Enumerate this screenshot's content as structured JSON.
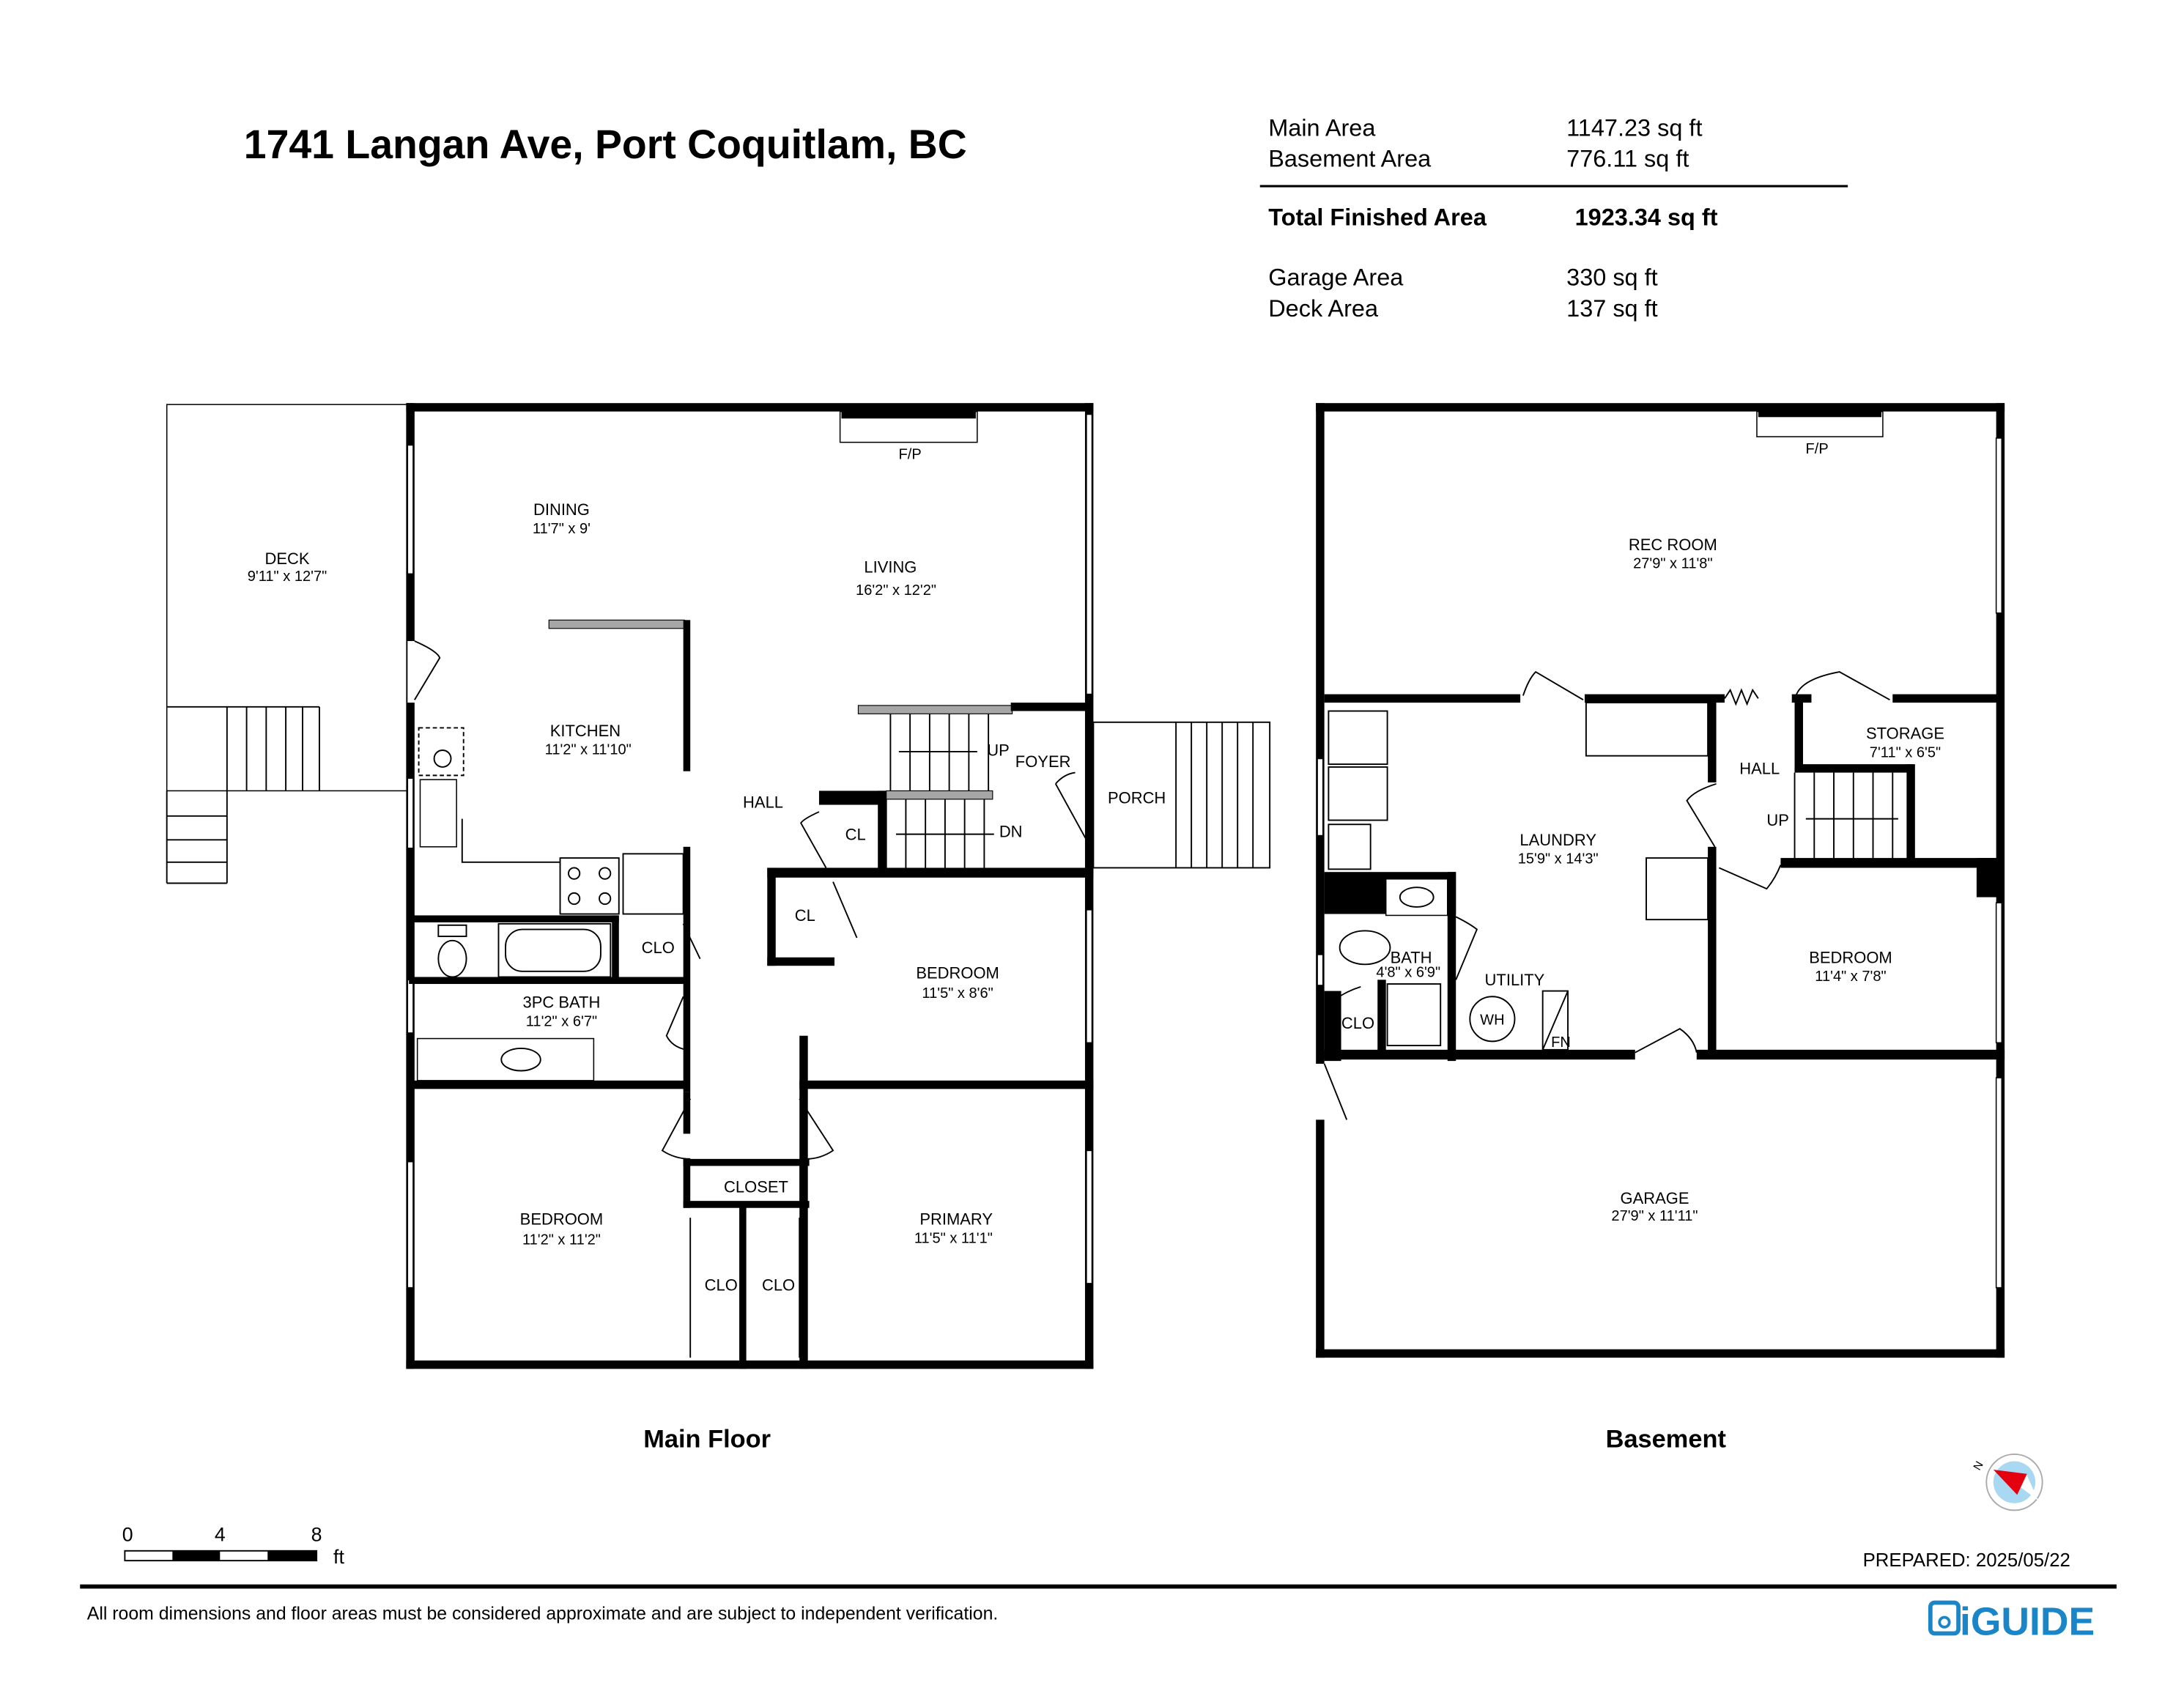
{
  "title": "1741 Langan Ave, Port Coquitlam, BC",
  "areas": {
    "main_label": "Main Area",
    "main_value": "1147.23 sq ft",
    "basement_label": "Basement Area",
    "basement_value": "776.11 sq ft",
    "total_label": "Total Finished Area",
    "total_value": "1923.34 sq ft",
    "garage_label": "Garage Area",
    "garage_value": "330 sq ft",
    "deck_label": "Deck Area",
    "deck_value": "137 sq ft"
  },
  "main_floor": {
    "caption": "Main Floor",
    "rooms": {
      "deck": {
        "name": "DECK",
        "dim": "9'11\" x 12'7\""
      },
      "dining": {
        "name": "DINING",
        "dim": "11'7\" x 9'"
      },
      "living": {
        "name": "LIVING",
        "dim": "16'2\" x 12'2\""
      },
      "kitchen": {
        "name": "KITCHEN",
        "dim": "11'2\" x 11'10\""
      },
      "bath": {
        "name": "3PC BATH",
        "dim": "11'2\" x 6'7\""
      },
      "bedroom1": {
        "name": "BEDROOM",
        "dim": "11'5\" x 8'6\""
      },
      "bedroom2": {
        "name": "BEDROOM",
        "dim": "11'2\" x 11'2\""
      },
      "primary": {
        "name": "PRIMARY",
        "dim": "11'5\" x 11'1\""
      }
    },
    "labels": {
      "fp": "F/P",
      "hall": "HALL",
      "foyer": "FOYER",
      "porch": "PORCH",
      "up": "UP",
      "dn": "DN",
      "cl1": "CL",
      "cl2": "CL",
      "clo1": "CLO",
      "closet": "CLOSET",
      "clo2": "CLO",
      "clo3": "CLO"
    }
  },
  "basement": {
    "caption": "Basement",
    "rooms": {
      "rec": {
        "name": "REC ROOM",
        "dim": "27'9\" x 11'8\""
      },
      "storage": {
        "name": "STORAGE",
        "dim": "7'11\" x 6'5\""
      },
      "laundry": {
        "name": "LAUNDRY",
        "dim": "15'9\" x 14'3\""
      },
      "bath": {
        "name": "BATH",
        "dim": "4'8\" x 6'9\""
      },
      "bedroom": {
        "name": "BEDROOM",
        "dim": "11'4\" x 7'8\""
      },
      "garage": {
        "name": "GARAGE",
        "dim": "27'9\" x 11'11\""
      }
    },
    "labels": {
      "fp": "F/P",
      "hall": "HALL",
      "up": "UP",
      "utility": "UTILITY",
      "wh": "WH",
      "fn": "FN",
      "clo": "CLO"
    }
  },
  "scale": {
    "t0": "0",
    "t4": "4",
    "t8": "8",
    "unit": "ft"
  },
  "compass": {
    "n": "N",
    "needle_color": "#e3000f",
    "dial_color": "#a9d8f2"
  },
  "prepared": "PREPARED: 2025/05/22",
  "disclaimer": "All room dimensions and floor areas must be considered approximate and are subject to independent verification.",
  "logo": {
    "text": "iGUIDE",
    "color": "#1a86c7"
  }
}
